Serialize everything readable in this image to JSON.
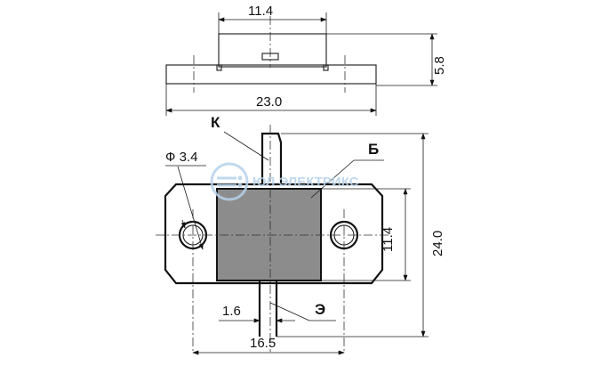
{
  "dimensions": {
    "top_width": "11.4",
    "side_height": "5.8",
    "base_width": "23.0",
    "hole_diameter": "Ф 3.4",
    "die_height": "11.4",
    "total_height": "24.0",
    "lead_width": "1.6",
    "hole_spacing": "16.5"
  },
  "labels": {
    "collector": "К",
    "base": "Б",
    "emitter": "Э"
  },
  "watermark": {
    "text": "ЮЛ ЭЛЕКТРИКС"
  },
  "colors": {
    "die": "#8c8c8c",
    "line": "#1a1a1a",
    "watermark": "#b7d2ea"
  }
}
